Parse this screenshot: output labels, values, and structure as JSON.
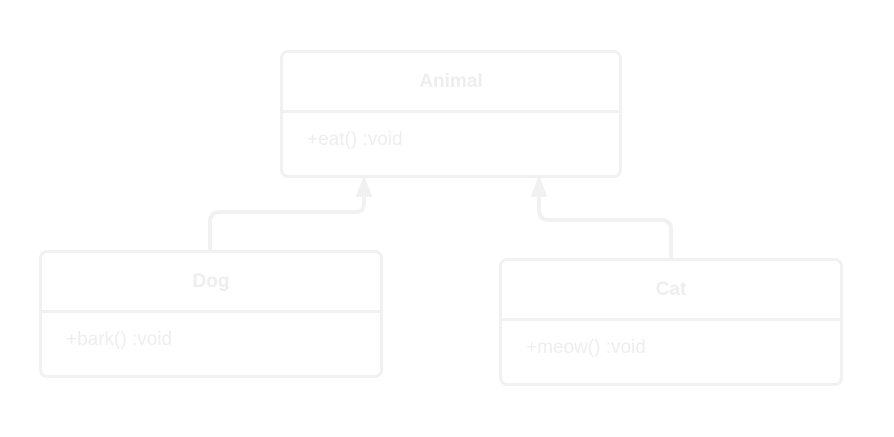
{
  "diagram": {
    "classes": {
      "animal": {
        "name": "Animal",
        "operations": [
          "+eat() :void"
        ]
      },
      "dog": {
        "name": "Dog",
        "operations": [
          "+bark() :void"
        ]
      },
      "cat": {
        "name": "Cat",
        "operations": [
          "+meow() :void"
        ]
      }
    },
    "relations": [
      {
        "from": "Dog",
        "to": "Animal",
        "type": "inheritance"
      },
      {
        "from": "Cat",
        "to": "Animal",
        "type": "inheritance"
      }
    ],
    "colors": {
      "stroke": "#f1f1f1",
      "text": "#eeeeee",
      "background": "#ffffff"
    }
  }
}
